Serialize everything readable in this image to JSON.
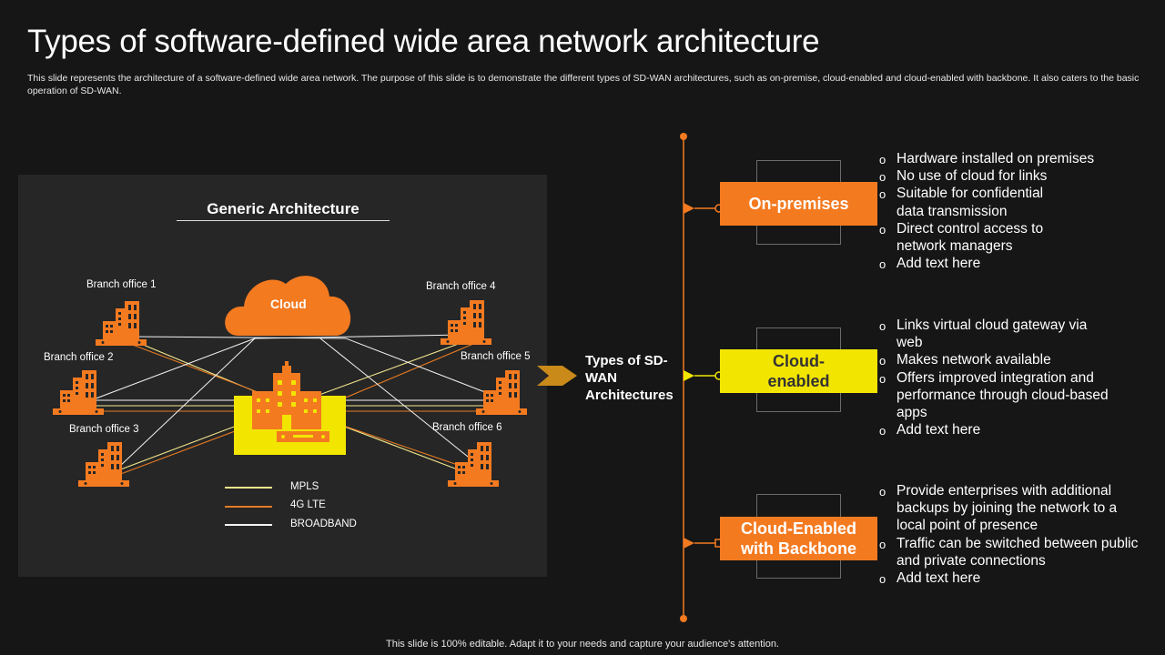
{
  "title": "Types of software-defined wide area network architecture",
  "subtitle": "This slide represents the architecture of a software-defined wide area network. The purpose of this slide is to demonstrate the different types of SD-WAN architectures, such as on-premise, cloud-enabled and cloud-enabled with backbone. It also caters to the basic operation of SD-WAN.",
  "footer": "This slide is 100% editable. Adapt it to your needs and capture your audience's attention.",
  "generic": {
    "title": "Generic Architecture",
    "cloud_label": "Cloud",
    "branches": [
      "Branch office 1",
      "Branch office 2",
      "Branch office 3",
      "Branch office 4",
      "Branch office 5",
      "Branch office 6"
    ],
    "legend": [
      "MPLS",
      "4G LTE",
      "BROADBAND"
    ]
  },
  "center_label": "Types of SD-WAN Architectures",
  "types": [
    {
      "label": "On-premises",
      "bullets": [
        "Hardware installed on premises",
        "No use of cloud for links",
        "Suitable for confidential data transmission",
        "Direct control access to network managers",
        "Add text here"
      ]
    },
    {
      "label": "Cloud-enabled",
      "bullets": [
        "Links virtual cloud gateway via web",
        "Makes network available",
        "Offers improved integration and performance through cloud-based apps",
        "Add text here"
      ]
    },
    {
      "label": "Cloud-Enabled with Backbone",
      "bullets": [
        "Provide enterprises with additional backups by joining the network to a local point of presence",
        "Traffic can be switched between public and private connections",
        "Add text here"
      ]
    }
  ],
  "colors": {
    "background": "#161616",
    "panel": "#262626",
    "orange": "#f47a20",
    "yellow": "#f2e500",
    "mpls": "#f2e68c",
    "lte": "#e47a22",
    "broadband": "#f4f4f4"
  },
  "icons": [
    "building-icon",
    "cloud-icon",
    "hq-building-icon",
    "router-icon",
    "chevron-arrow-icon"
  ]
}
